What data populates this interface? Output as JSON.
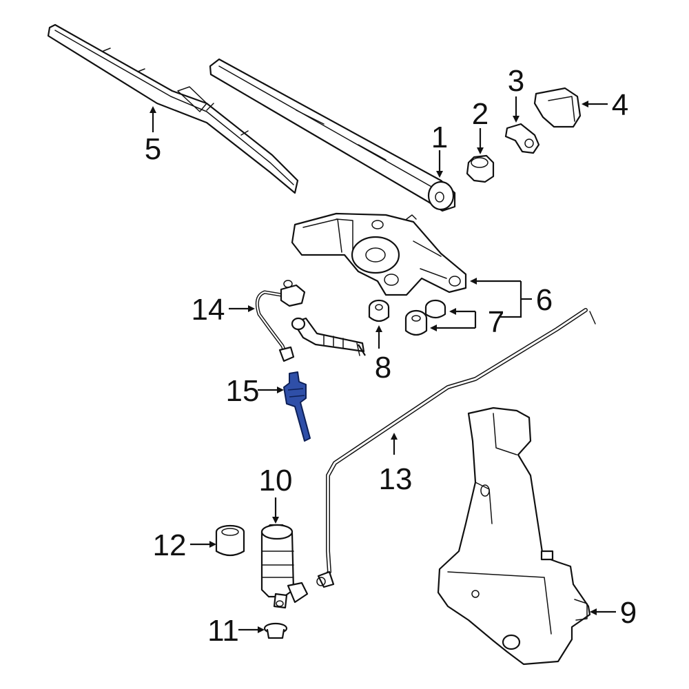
{
  "diagram": {
    "highlight_color": "#2f4fa8",
    "line_color": "#111111",
    "callouts": [
      "1",
      "2",
      "3",
      "4",
      "5",
      "6",
      "7",
      "8",
      "9",
      "10",
      "11",
      "12",
      "13",
      "14",
      "15"
    ],
    "highlighted_part": "15"
  }
}
